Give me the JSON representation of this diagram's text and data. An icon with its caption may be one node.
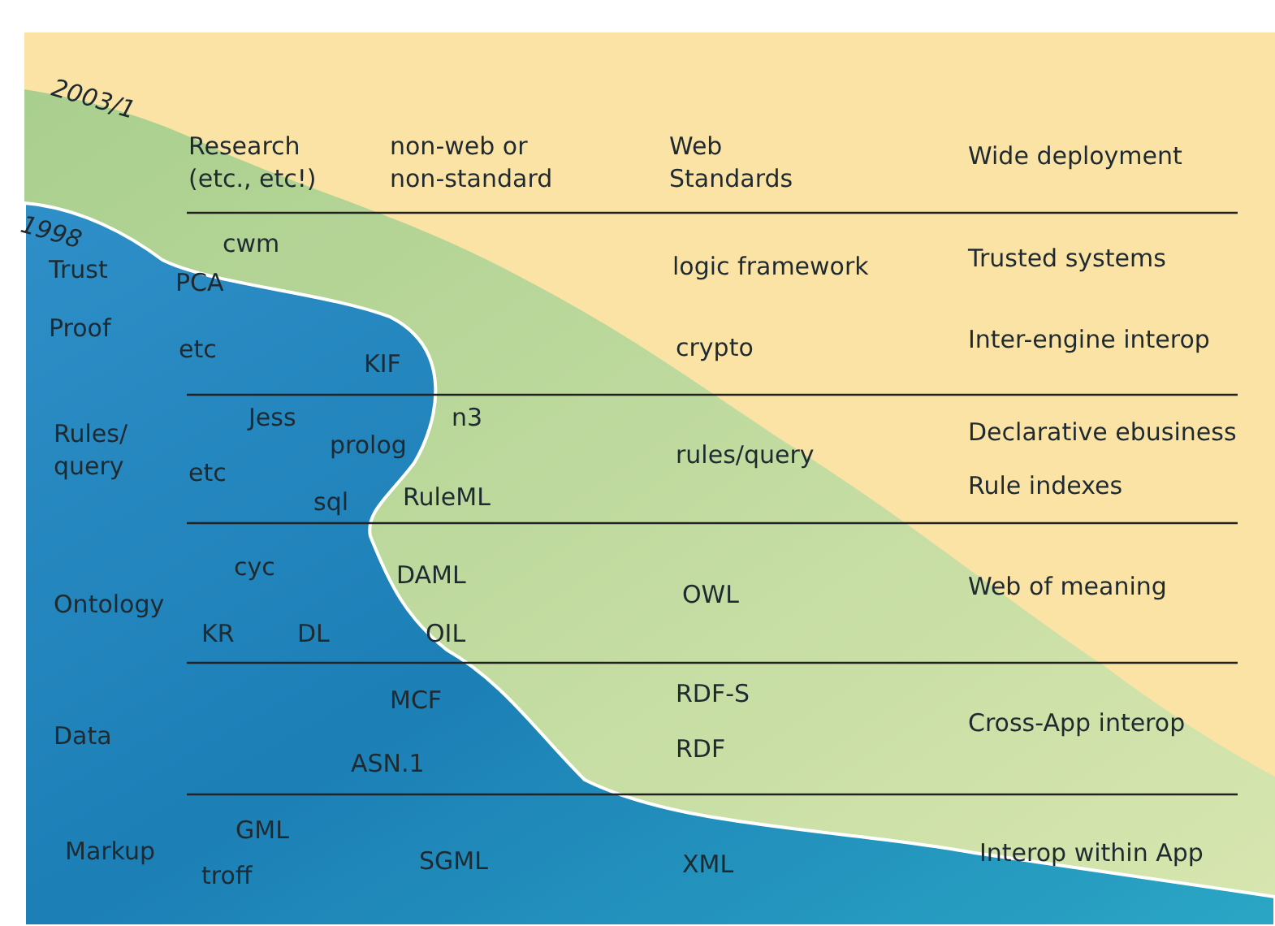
{
  "diagram": {
    "labels": [
      "2003/1",
      "Research (etc., etc!)",
      "non-web or non-standard",
      "Web Standards",
      "Wide deployment",
      "1998",
      "cwm",
      "Trust",
      "PCA",
      "logic framework",
      "Trusted systems",
      "Proof",
      "etc",
      "KIF",
      "crypto",
      "Inter-engine interop",
      "Jess",
      "n3",
      "Declarative ebusiness",
      "Rules/ query",
      "prolog",
      "rules/query",
      "etc",
      "Rule indexes",
      "sql",
      "RuleML",
      "cyc",
      "DAML",
      "Ontology",
      "OWL",
      "Web of meaning",
      "KR",
      "DL",
      "OIL",
      "MCF",
      "RDF-S",
      "Data",
      "Cross-App interop",
      "RDF",
      "ASN.1",
      "GML",
      "Markup",
      "SGML",
      "XML",
      "Interop within App",
      "troff"
    ]
  }
}
